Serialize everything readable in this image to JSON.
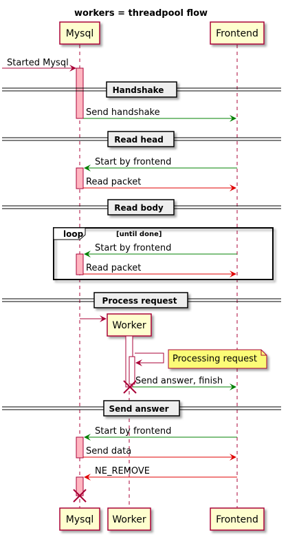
{
  "title": "workers = threadpool flow",
  "participants": {
    "mysql": "Mysql",
    "worker": "Worker",
    "frontend": "Frontend"
  },
  "dividers": {
    "handshake": "Handshake",
    "read_head": "Read head",
    "read_body": "Read body",
    "process_request": "Process request",
    "send_answer": "Send answer"
  },
  "loop": {
    "keyword": "loop",
    "condition": "[until done]"
  },
  "messages": {
    "started_mysql": "Started Mysql",
    "send_handshake": "Send handshake",
    "start_by_frontend_1": "Start by frontend",
    "read_packet_1": "Read packet",
    "start_by_frontend_2": "Start by frontend",
    "read_packet_2": "Read packet",
    "send_answer_finish": "Send answer, finish",
    "start_by_frontend_3": "Start by frontend",
    "send_data": "Send data",
    "ne_remove": "NE_REMOVE"
  },
  "note": "Processing request",
  "colors": {
    "participant_fill": "#FEFECE",
    "participant_border": "#A80036",
    "activation_fill": "#FFB6C1",
    "arrow_dark_red": "#A80036",
    "arrow_green": "#008000",
    "arrow_red": "#E00000",
    "note_fill": "#FBFB77"
  }
}
